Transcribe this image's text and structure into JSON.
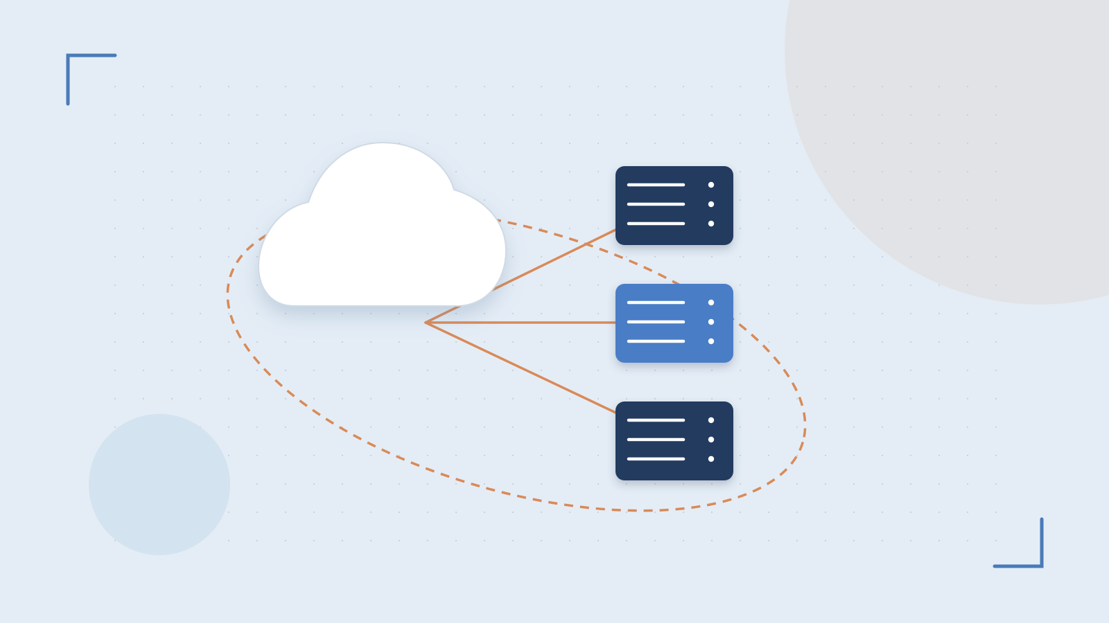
{
  "colors": {
    "background": "#e4edf6",
    "dot_grid": "#c3d0dd",
    "corner_bracket": "#4a7ab8",
    "large_circle": "#e2e3e6",
    "small_circle": "#d3e3ef",
    "cloud_fill": "#ffffff",
    "cloud_stroke": "#cfdae6",
    "connector": "#d98a58",
    "server_dark": "#243b5e",
    "server_highlight": "#4a7dc6",
    "server_detail": "#ffffff"
  },
  "diagram": {
    "cloud": {
      "icon": "cloud-icon"
    },
    "servers": [
      {
        "icon": "server-icon",
        "state": "default"
      },
      {
        "icon": "server-icon",
        "state": "highlighted"
      },
      {
        "icon": "server-icon",
        "state": "default"
      }
    ],
    "connections": [
      {
        "from": "cloud",
        "to": "server-1"
      },
      {
        "from": "cloud",
        "to": "server-2"
      },
      {
        "from": "cloud",
        "to": "server-3"
      }
    ],
    "grouping": {
      "style": "dashed-ellipse"
    }
  }
}
